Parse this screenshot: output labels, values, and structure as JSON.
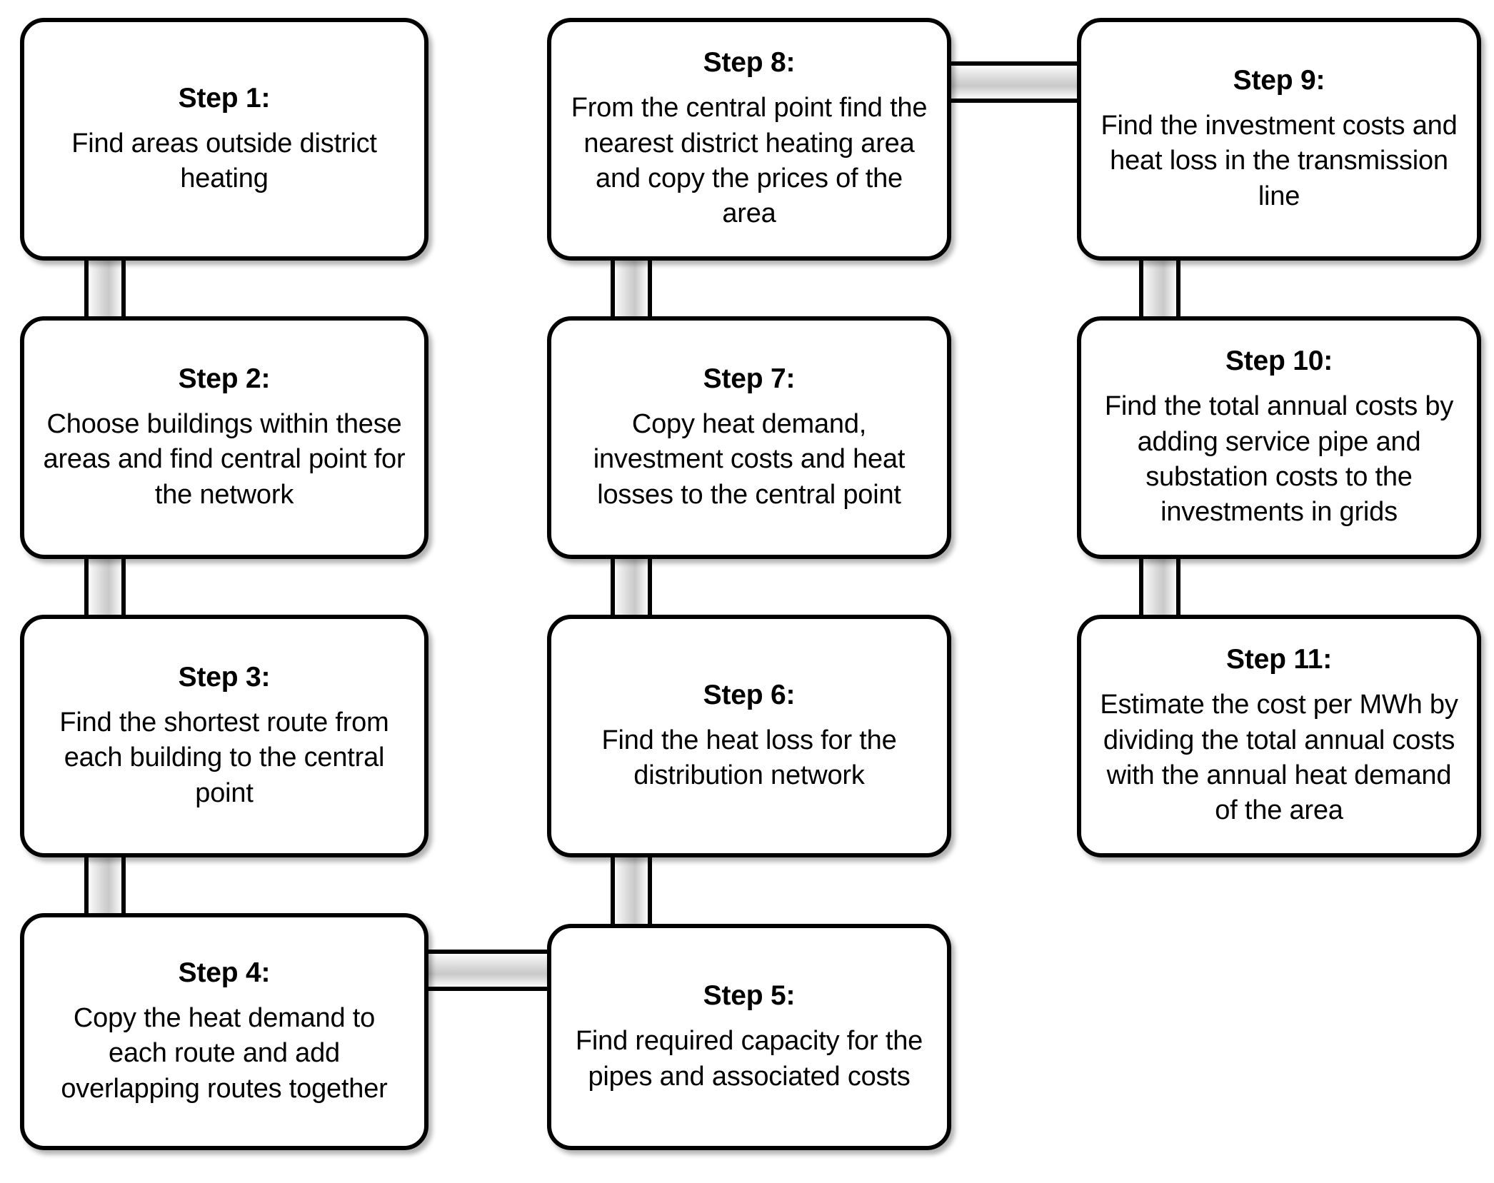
{
  "diagram": {
    "type": "flowchart",
    "orientation": "three-column serpentine",
    "background_color": "#FFFFFF",
    "node_border_color": "#000000",
    "node_fill_color": "#FFFFFF",
    "connector_fill": "gradient-grey",
    "nodes": [
      {
        "id": "step-1",
        "title": "Step 1:",
        "body": "Find areas outside district heating",
        "column": 1,
        "row": 1
      },
      {
        "id": "step-2",
        "title": "Step 2:",
        "body": "Choose buildings within these areas and find central point for the network",
        "column": 1,
        "row": 2
      },
      {
        "id": "step-3",
        "title": "Step 3:",
        "body": "Find the shortest route from each building to the central point",
        "column": 1,
        "row": 3
      },
      {
        "id": "step-4",
        "title": "Step 4:",
        "body": "Copy the heat demand to each route and add overlapping routes together",
        "column": 1,
        "row": 4
      },
      {
        "id": "step-5",
        "title": "Step 5:",
        "body": "Find required capacity for the pipes and associated costs",
        "column": 2,
        "row": 4
      },
      {
        "id": "step-6",
        "title": "Step 6:",
        "body": "Find the heat loss for the distribution network",
        "column": 2,
        "row": 3
      },
      {
        "id": "step-7",
        "title": "Step 7:",
        "body": "Copy heat demand, investment costs and heat losses to the central point",
        "column": 2,
        "row": 2
      },
      {
        "id": "step-8",
        "title": "Step 8:",
        "body": "From the central point find the nearest district heating area and copy the prices of the area",
        "column": 2,
        "row": 1
      },
      {
        "id": "step-9",
        "title": "Step 9:",
        "body": "Find the investment costs and heat loss in the transmission line",
        "column": 3,
        "row": 1
      },
      {
        "id": "step-10",
        "title": "Step 10:",
        "body": "Find the total annual costs by adding service pipe and substation costs to the investments in grids",
        "column": 3,
        "row": 2
      },
      {
        "id": "step-11",
        "title": "Step 11:",
        "body": "Estimate the cost per MWh by dividing the total annual costs with the annual heat demand of the area",
        "column": 3,
        "row": 3
      }
    ],
    "connectors": [
      {
        "id": "c-1-2",
        "from": "step-1",
        "to": "step-2",
        "direction": "vertical"
      },
      {
        "id": "c-2-3",
        "from": "step-2",
        "to": "step-3",
        "direction": "vertical"
      },
      {
        "id": "c-3-4",
        "from": "step-3",
        "to": "step-4",
        "direction": "vertical"
      },
      {
        "id": "c-4-5",
        "from": "step-4",
        "to": "step-5",
        "direction": "horizontal"
      },
      {
        "id": "c-5-6",
        "from": "step-5",
        "to": "step-6",
        "direction": "vertical"
      },
      {
        "id": "c-6-7",
        "from": "step-6",
        "to": "step-7",
        "direction": "vertical"
      },
      {
        "id": "c-7-8",
        "from": "step-7",
        "to": "step-8",
        "direction": "vertical"
      },
      {
        "id": "c-8-9",
        "from": "step-8",
        "to": "step-9",
        "direction": "horizontal"
      },
      {
        "id": "c-9-10",
        "from": "step-9",
        "to": "step-10",
        "direction": "vertical"
      },
      {
        "id": "c-10-11",
        "from": "step-10",
        "to": "step-11",
        "direction": "vertical"
      }
    ]
  }
}
